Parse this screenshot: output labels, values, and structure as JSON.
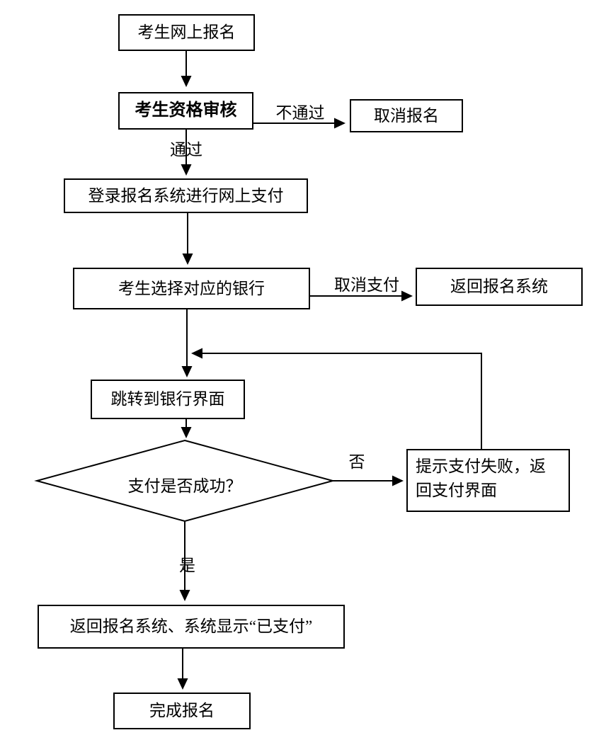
{
  "diagram": {
    "type": "flowchart",
    "colors": {
      "background": "#ffffff",
      "line": "#000000",
      "text": "#000000",
      "node_fill": "#ffffff"
    },
    "nodes": {
      "register": {
        "label": "考生网上报名",
        "shape": "rect"
      },
      "review": {
        "label": "考生资格审核",
        "shape": "rect"
      },
      "cancel_registration": {
        "label": "取消报名",
        "shape": "rect"
      },
      "login_payment": {
        "label": "登录报名系统进行网上支付",
        "shape": "rect"
      },
      "select_bank": {
        "label": "考生选择对应的银行",
        "shape": "rect"
      },
      "return_registration_system": {
        "label": "返回报名系统",
        "shape": "rect"
      },
      "jump_bank_page": {
        "label": "跳转到银行界面",
        "shape": "rect"
      },
      "payment_success_decision": {
        "label": "支付是否成功？",
        "shape": "diamond"
      },
      "payment_failed": {
        "label": "提示支付失败，返回支付界面",
        "shape": "rect"
      },
      "system_shows_paid": {
        "label": "返回报名系统、系统显示“已支付”",
        "shape": "rect"
      },
      "complete_registration": {
        "label": "完成报名",
        "shape": "rect"
      }
    },
    "edge_labels": {
      "not_pass": "不通过",
      "pass": "通过",
      "cancel_payment": "取消支付",
      "no": "否",
      "yes": "是"
    }
  }
}
